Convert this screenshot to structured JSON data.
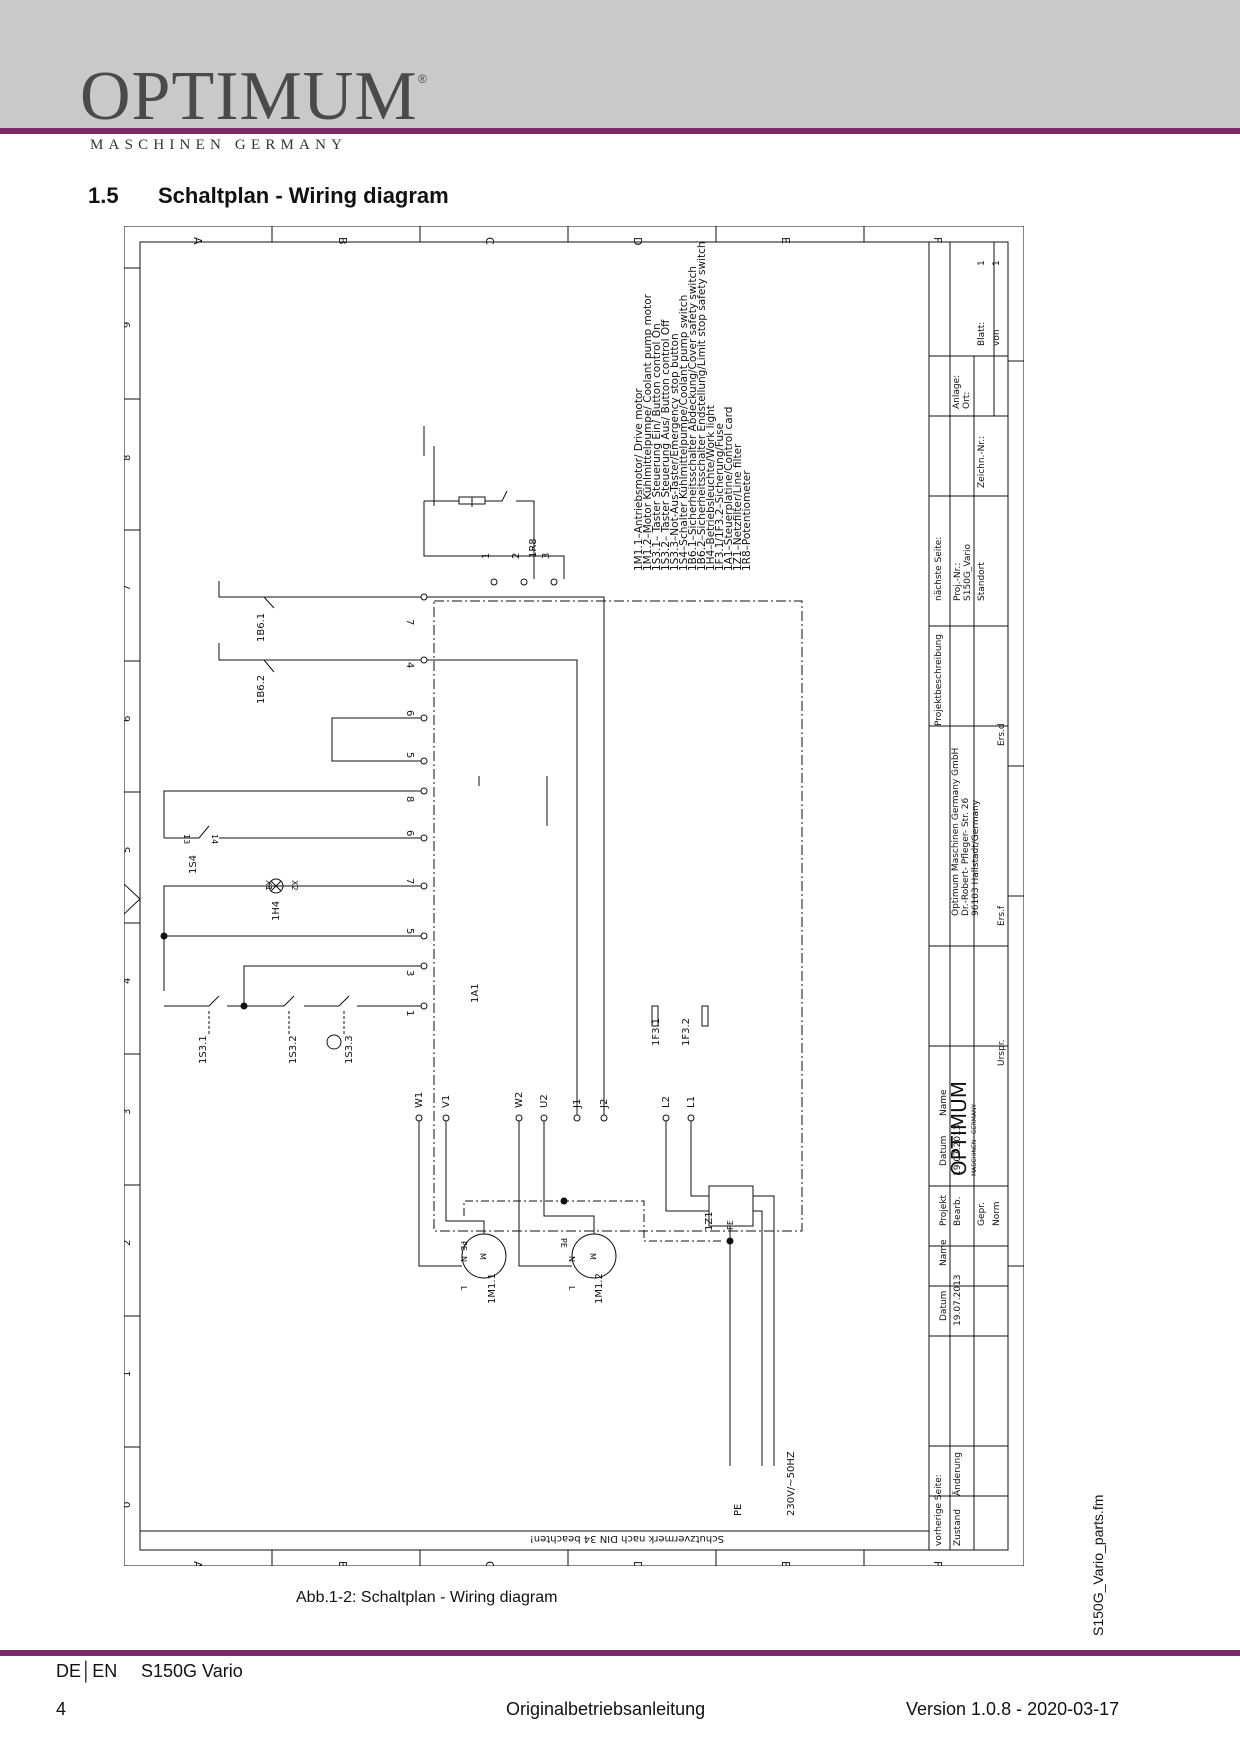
{
  "header": {
    "logo_text": "OPTIMUM",
    "logo_reg": "®",
    "logo_sub": "MASCHINEN GERMANY"
  },
  "section": {
    "number": "1.5",
    "title": "Schaltplan - Wiring diagram"
  },
  "diagram": {
    "col_letters": [
      "A",
      "B",
      "C",
      "D",
      "E",
      "F"
    ],
    "row_numbers": [
      "0",
      "1",
      "2",
      "3",
      "4",
      "5",
      "6",
      "7",
      "8",
      "9"
    ],
    "legend": [
      "1M1.1–Antriebsmotor/ Drive motor",
      "1M1.2–Motor Kühlmittelpumpe/ Coolant pump motor",
      "1S3.1– Taster Steuerung Ein/ Button control On",
      "1S3.2– Taster Steuerung Aus/ Button control Off",
      "1S3.3–Not-Aus-Taster/Emergency stop button",
      "1S4–Schalter Kühlmittelpumpe/Coolant pump switch",
      "1B6.1–Sicherheitsschalter Abdeckung/Cover safety switch",
      "1B6.2–Sicherheitsschalter Endstellung/Limit stop safety switch",
      "1H4–Betriebsleuchte/Work light",
      "1F3.1/1F3.2–Sicherung/Fuse",
      "1A1–Steuerplatine/Control card",
      "1Z1–Netzfilter/Line filter",
      "1R8–Potentiometer"
    ],
    "components": {
      "r8": "1R8",
      "b61": "1B6.1",
      "b62": "1B6.2",
      "s4": "1S4",
      "h4": "1H4",
      "s31": "1S3.1",
      "s32": "1S3.2",
      "s33": "1S3.3",
      "a1": "1A1",
      "f31": "1F3.1",
      "f32": "1F3.2",
      "m11": "1M1.1",
      "m12": "1M1.2",
      "z1": "1Z1"
    },
    "terminals": {
      "pot": [
        "1",
        "2",
        "3"
      ],
      "left": [
        "7",
        "4",
        "6",
        "5",
        "8",
        "6",
        "7",
        "5",
        "3",
        "1"
      ],
      "bottom": [
        "W1",
        "V1",
        "W2",
        "U2",
        "J1",
        "J2",
        "L2",
        "L1"
      ]
    },
    "pins": {
      "s4_a": "13",
      "s4_b": "14",
      "h4_a": "X1",
      "h4_b": "X2",
      "pe": "PE",
      "n": "N",
      "l": "L",
      "m": "M"
    },
    "supply": {
      "pe": "PE",
      "voltage": "230V/~50HZ"
    },
    "bottom_note": "Schutzvermerk nach DIN 34 beachten!",
    "title_block": {
      "naechste_seite": "nächste Seite:",
      "proj_nr_label": "Proj.-Nr.:",
      "proj_nr": "S150G_Vario",
      "standort": "Standort",
      "zeichn_nr": "Zeichn.-Nr.:",
      "anlage": "Anlage:",
      "ort": "Ort:",
      "blatt": "Blatt:",
      "blatt_val": "1",
      "von": "von",
      "von_val": "1",
      "projektbeschreibung": "Projektbeschreibung",
      "company": "Optimum Maschinen Germany GmbH",
      "street": "Dr.-Robert- Pfleger- Str. 26",
      "city": "96103 Hallstadt/Germany",
      "ers_d": "Ers.d",
      "ers_f": "Ers.f",
      "logo": "OPTIMUM",
      "logo_sub": "MASCHINEN · GERMANY",
      "urspr": "Urspr.",
      "name_h": "Name",
      "datum_h": "Datum",
      "date": "19.07.2013",
      "projekt_h": "Projekt",
      "bearb": "Bearb.",
      "gepr": "Gepr.",
      "norm": "Norm",
      "vorherige_seite": "vorherige Seite:",
      "zustand": "Zustand",
      "aenderung": "Änderung",
      "datum2": "Datum",
      "date2": "19.07.2013",
      "name2": "Name"
    }
  },
  "caption": "Abb.1-2:   Schaltplan - Wiring diagram",
  "side_file": "S150G_Vario_parts.fm",
  "footer": {
    "lang": "DE│EN",
    "model": "S150G Vario",
    "page": "4",
    "doc": "Originalbetriebsanleitung",
    "version": "Version 1.0.8 - 2020-03-17"
  }
}
